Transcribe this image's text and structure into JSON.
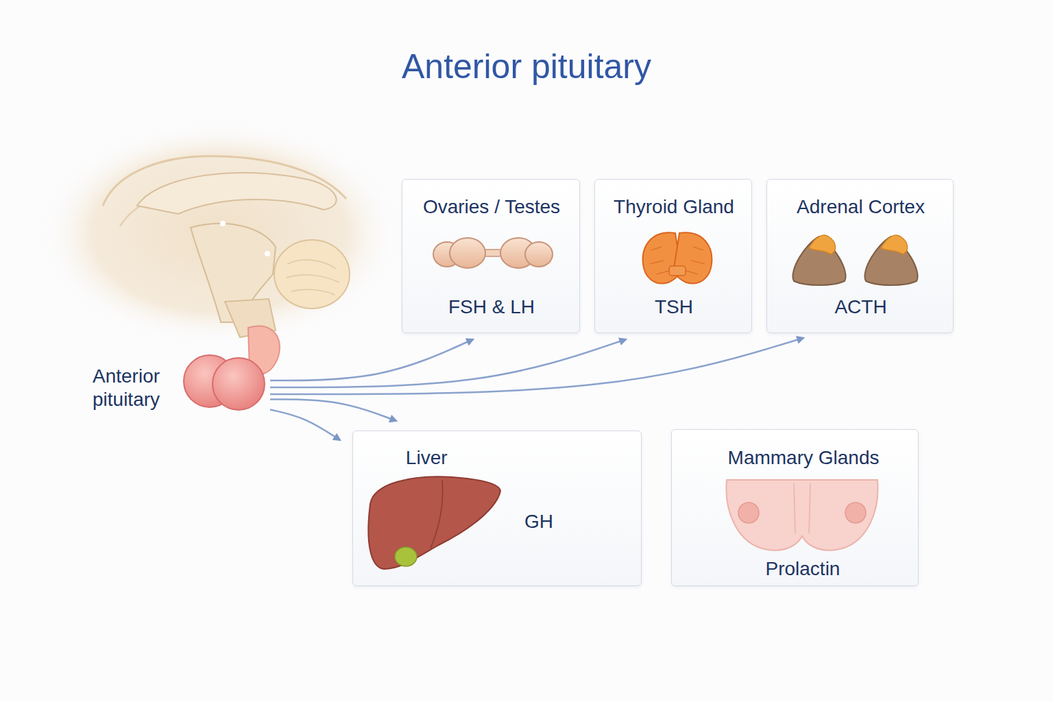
{
  "diagram": {
    "title": "Anterior pituitary",
    "nodes": [
      {
        "text": [
          "Anterior pituitary"
        ]
      },
      {
        "text": [
          "Ovaries / Testes",
          "FSH & LH"
        ]
      },
      {
        "text": [
          "Thyroid Gland",
          "TSH"
        ]
      },
      {
        "text": [
          "Adrenal Cortex",
          "ACTH"
        ]
      },
      {
        "text": [
          "Liver",
          "GH"
        ]
      },
      {
        "text": [
          "Mammary Glands",
          "Prolactin"
        ]
      }
    ],
    "edges": [
      {
        "from": 0,
        "to": 1,
        "arrow": "to"
      },
      {
        "from": 0,
        "to": 2,
        "arrow": "to"
      },
      {
        "from": 0,
        "to": 3,
        "arrow": "to"
      },
      {
        "from": 0,
        "to": 4,
        "arrow": "to"
      },
      {
        "from": 0,
        "to": 4,
        "arrow": "to"
      }
    ]
  }
}
